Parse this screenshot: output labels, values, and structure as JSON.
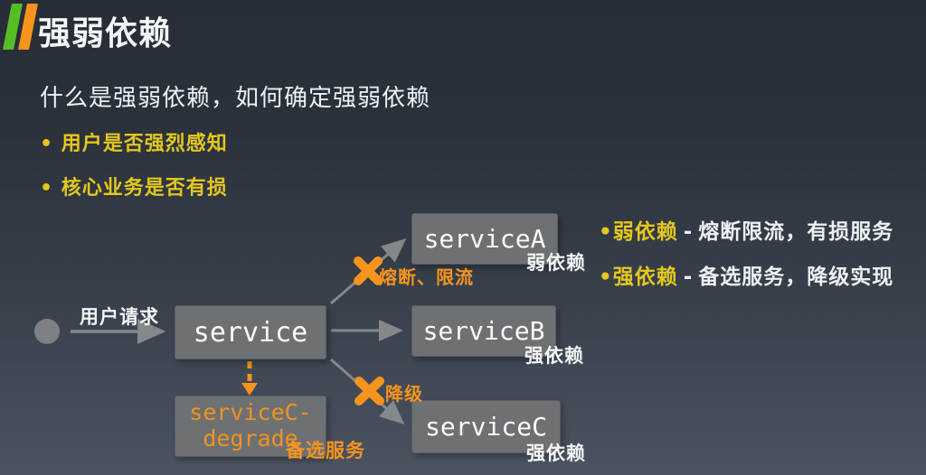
{
  "slide": {
    "title": "强弱依赖",
    "subtitle": "什么是强弱依赖，如何确定强弱依赖",
    "bullets": [
      "• 用户是否强烈感知",
      "• 核心业务是否有损"
    ]
  },
  "legend": {
    "items": [
      {
        "bullet": "•",
        "term": "弱依赖",
        "sep": "-",
        "desc": "熔断限流，有损服务"
      },
      {
        "bullet": "•",
        "term": "强依赖",
        "sep": "-",
        "desc": "备选服务，降级实现"
      }
    ]
  },
  "diagram": {
    "entry_label": "用户请求",
    "nodes": {
      "service": {
        "label": "service"
      },
      "serviceA": {
        "label": "serviceA",
        "tag": "弱依赖"
      },
      "serviceB": {
        "label": "serviceB",
        "tag": "强依赖"
      },
      "serviceC": {
        "label": "serviceC",
        "tag": "强依赖"
      },
      "degrade": {
        "label_line1": "serviceC-",
        "label_line2": "degrade",
        "tag": "备选服务"
      }
    },
    "edge_labels": {
      "circuit_break": "熔断、限流",
      "downgrade": "降级"
    }
  },
  "colors": {
    "accent_orange": "#f7941d",
    "accent_yellow": "#e4c71d",
    "accent_green": "#56bd25",
    "box_gray": "#6e7174",
    "arrow_gray": "#85888b",
    "bg_top": "#272d36",
    "bg_bottom": "#4a5462"
  }
}
